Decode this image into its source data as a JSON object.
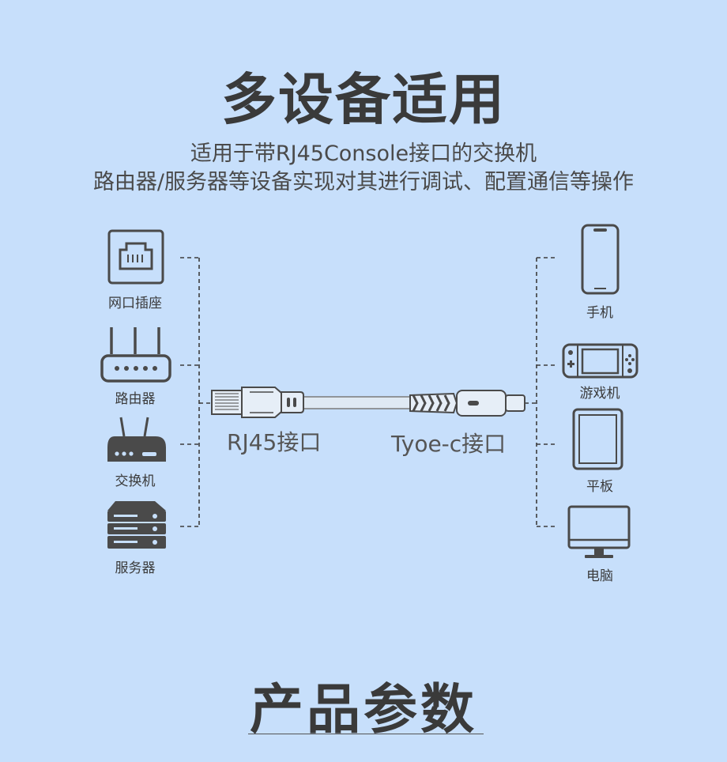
{
  "heading": {
    "title": "多设备适用",
    "line1": "适用于带RJ45Console接口的交换机",
    "line2": "路由器/服务器等设备实现对其进行调试、配置通信等操作"
  },
  "left_devices": [
    {
      "label": "网口插座",
      "icon": "ethernet-socket-icon"
    },
    {
      "label": "路由器",
      "icon": "router-icon"
    },
    {
      "label": "交换机",
      "icon": "switch-icon"
    },
    {
      "label": "服务器",
      "icon": "server-icon"
    }
  ],
  "right_devices": [
    {
      "label": "手机",
      "icon": "phone-icon"
    },
    {
      "label": "游戏机",
      "icon": "game-console-icon"
    },
    {
      "label": "平板",
      "icon": "tablet-icon"
    },
    {
      "label": "电脑",
      "icon": "computer-icon"
    }
  ],
  "cable": {
    "left_port": "RJ45接口",
    "right_port": "Tyoe-c接口"
  },
  "section": {
    "title": "产品参数"
  },
  "colors": {
    "background": "#c7dffb",
    "icon_stroke": "#4a4a4a",
    "cable": "#dfe9f3"
  }
}
